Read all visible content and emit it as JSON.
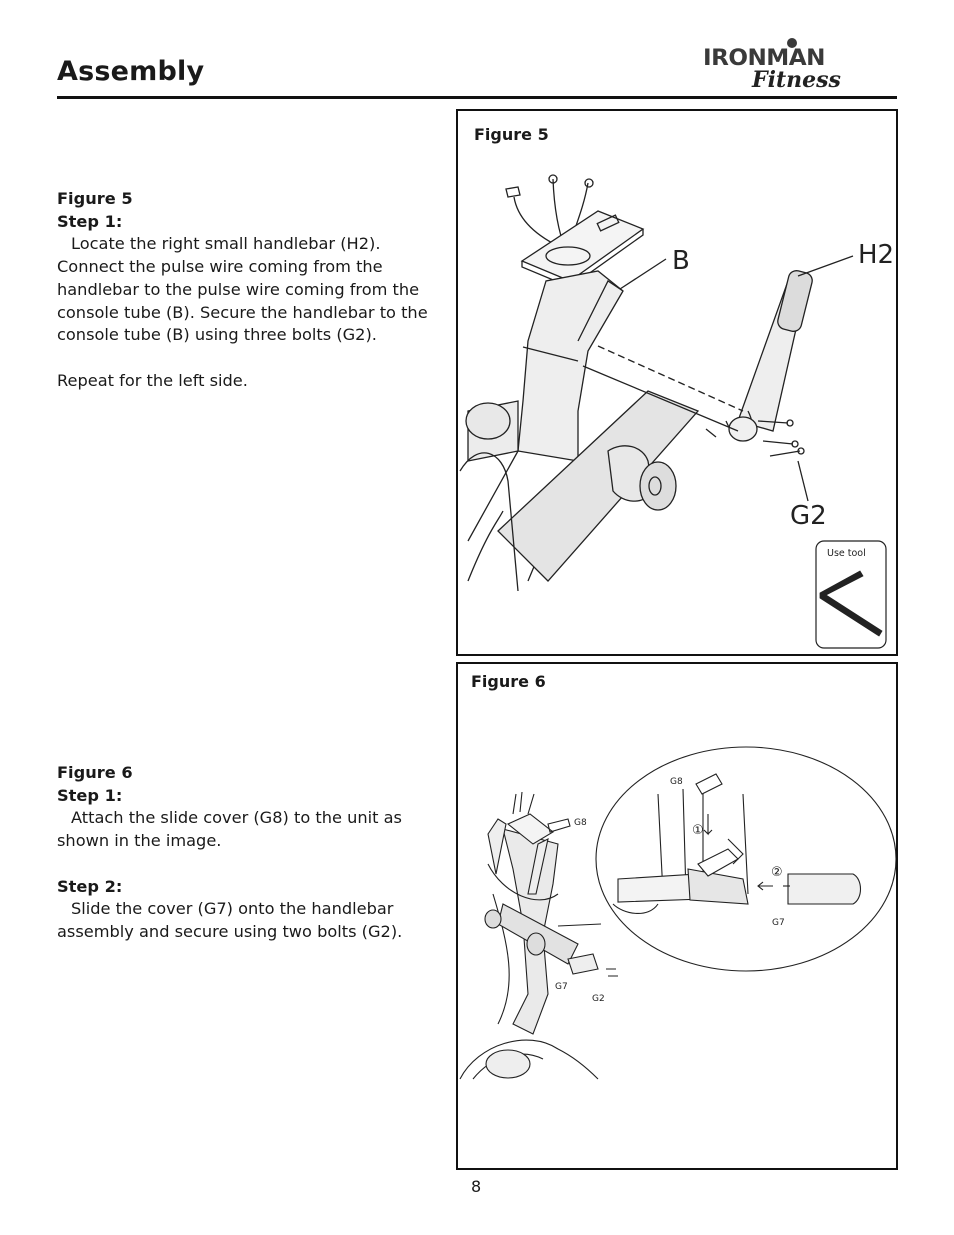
{
  "header": {
    "title": "Assembly",
    "logo_line1": "IRONMAN",
    "logo_line2": "Fitness"
  },
  "section5": {
    "figure_heading": "Figure 5",
    "step1_heading": "Step 1:",
    "step1_text": "Locate the right small handlebar (H2). Connect the pulse wire coming from the handlebar to the pulse wire coming from the console tube (B).  Secure the handlebar to the console tube (B) using three bolts (G2).",
    "repeat_text": "Repeat for the left side."
  },
  "section6": {
    "figure_heading": "Figure 6",
    "step1_heading": "Step 1:",
    "step1_text": "Attach the slide cover (G8) to the unit as shown in the image.",
    "step2_heading": "Step 2:",
    "step2_text": "Slide the cover (G7) onto the handlebar assembly and secure using two bolts (G2)."
  },
  "figure5": {
    "label": "Figure 5",
    "callout_b": "B",
    "callout_h2": "H2",
    "callout_g2": "G2",
    "tool_caption": "Use tool"
  },
  "figure6": {
    "label": "Figure 6",
    "g8_main": "G8",
    "g7_main": "G7",
    "g2_main": "G2",
    "g8_detail": "G8",
    "g7_detail": "G7",
    "step_mark_1": "①",
    "step_mark_2": "②"
  },
  "footer": {
    "page_number": "8"
  }
}
